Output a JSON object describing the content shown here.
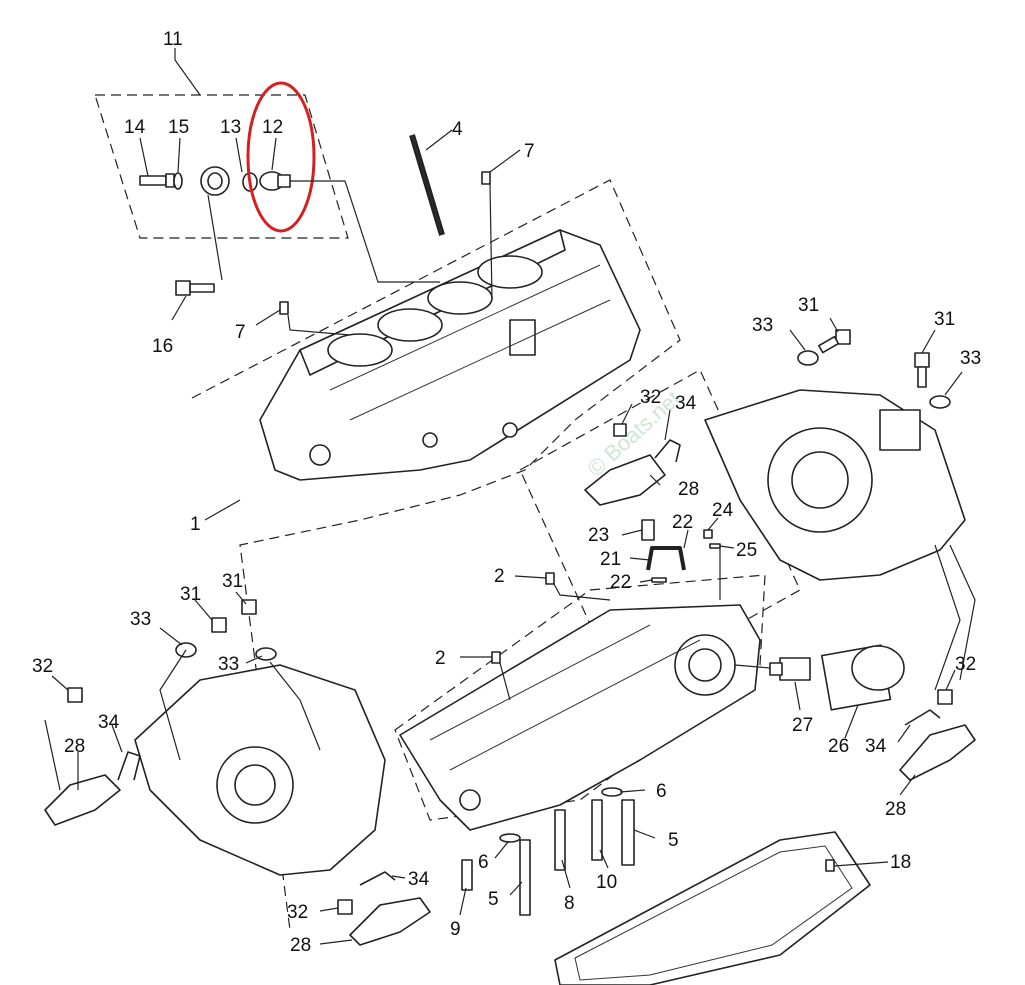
{
  "watermark": "© Boats.net",
  "highlight_color": "#d62020",
  "callouts": [
    {
      "id": "c11",
      "text": "11"
    },
    {
      "id": "c14",
      "text": "14"
    },
    {
      "id": "c15",
      "text": "15"
    },
    {
      "id": "c13",
      "text": "13"
    },
    {
      "id": "c12",
      "text": "12"
    },
    {
      "id": "c4",
      "text": "4"
    },
    {
      "id": "c7a",
      "text": "7"
    },
    {
      "id": "c7b",
      "text": "7"
    },
    {
      "id": "c16",
      "text": "16"
    },
    {
      "id": "c1",
      "text": "1"
    },
    {
      "id": "c33a",
      "text": "33"
    },
    {
      "id": "c31a",
      "text": "31"
    },
    {
      "id": "c31b",
      "text": "31"
    },
    {
      "id": "c33b",
      "text": "33"
    },
    {
      "id": "c32a",
      "text": "32"
    },
    {
      "id": "c34a",
      "text": "34"
    },
    {
      "id": "c28a",
      "text": "28"
    },
    {
      "id": "c23",
      "text": "23"
    },
    {
      "id": "c22a",
      "text": "22"
    },
    {
      "id": "c24",
      "text": "24"
    },
    {
      "id": "c21",
      "text": "21"
    },
    {
      "id": "c25",
      "text": "25"
    },
    {
      "id": "c22b",
      "text": "22"
    },
    {
      "id": "c2a",
      "text": "2"
    },
    {
      "id": "c2b",
      "text": "2"
    },
    {
      "id": "c33c",
      "text": "33"
    },
    {
      "id": "c31c",
      "text": "31"
    },
    {
      "id": "c31d",
      "text": "31"
    },
    {
      "id": "c33d",
      "text": "33"
    },
    {
      "id": "c32b",
      "text": "32"
    },
    {
      "id": "c34b",
      "text": "34"
    },
    {
      "id": "c28b",
      "text": "28"
    },
    {
      "id": "c27",
      "text": "27"
    },
    {
      "id": "c26",
      "text": "26"
    },
    {
      "id": "c32c",
      "text": "32"
    },
    {
      "id": "c34c",
      "text": "34"
    },
    {
      "id": "c28c",
      "text": "28"
    },
    {
      "id": "c6a",
      "text": "6"
    },
    {
      "id": "c6b",
      "text": "6"
    },
    {
      "id": "c5a",
      "text": "5"
    },
    {
      "id": "c5b",
      "text": "5"
    },
    {
      "id": "c10",
      "text": "10"
    },
    {
      "id": "c8",
      "text": "8"
    },
    {
      "id": "c9",
      "text": "9"
    },
    {
      "id": "c18",
      "text": "18"
    },
    {
      "id": "c34d",
      "text": "34"
    },
    {
      "id": "c32d",
      "text": "32"
    },
    {
      "id": "c28d",
      "text": "28"
    }
  ]
}
